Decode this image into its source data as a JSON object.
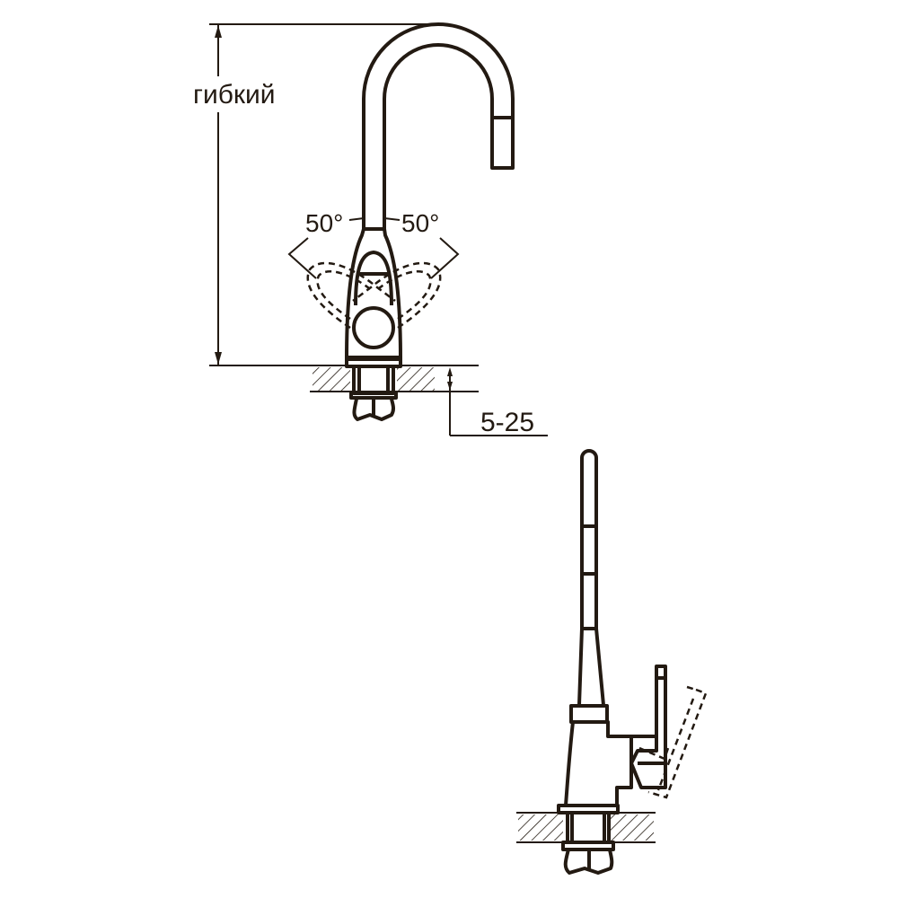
{
  "drawing": {
    "line_color": "#231a12",
    "background": "#ffffff",
    "front_view": {
      "height_label": "гибкий",
      "left_angle_label": "50°",
      "right_angle_label": "50°",
      "countertop_thickness_label": "5-25"
    },
    "side_view": {}
  }
}
